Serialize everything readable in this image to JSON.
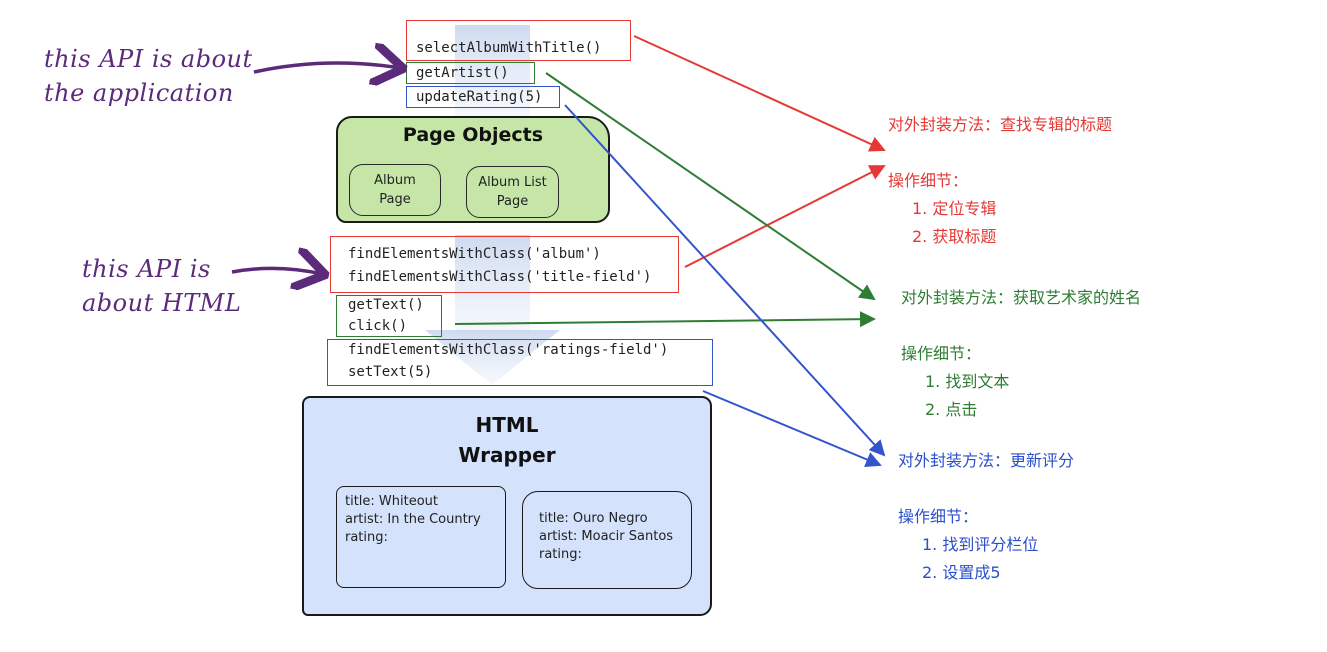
{
  "colors": {
    "annotation_purple": "#5b2a7a",
    "red": "#e53935",
    "green": "#2e7d32",
    "blue": "#2b4fcc",
    "page_objects_fill": "#c5e6a6",
    "html_wrapper_fill": "#d4e2fb"
  },
  "annotations": {
    "app_api": [
      "this API is about",
      "the application"
    ],
    "html_api": [
      "this API is",
      "about HTML"
    ]
  },
  "app_methods": {
    "select_album": "selectAlbumWithTitle()",
    "get_artist": "getArtist()",
    "update_rating": "updateRating(5)"
  },
  "page_objects": {
    "title": "Page Objects",
    "album_page": [
      "Album",
      "Page"
    ],
    "album_list_page": [
      "Album List",
      "Page"
    ]
  },
  "html_methods": {
    "find_album": "findElementsWithClass('album')",
    "find_title": "findElementsWithClass('title-field')",
    "get_text": "getText()",
    "click": "click()",
    "find_ratings": "findElementsWithClass('ratings-field')",
    "set_text": "setText(5)"
  },
  "html_wrapper": {
    "title": [
      "HTML",
      "Wrapper"
    ],
    "records": [
      {
        "title": "title: Whiteout",
        "artist": "artist: In the Country",
        "rating": "rating:"
      },
      {
        "title": "title: Ouro Negro",
        "artist": "artist: Moacir Santos",
        "rating": "rating:"
      }
    ]
  },
  "explanations": [
    {
      "color": "red",
      "method": "对外封装方法：查找专辑的标题",
      "details_label": "操作细节：",
      "steps": [
        "1. 定位专辑",
        "2. 获取标题"
      ]
    },
    {
      "color": "green",
      "method": "对外封装方法：获取艺术家的姓名",
      "details_label": "操作细节：",
      "steps": [
        "1. 找到文本",
        "2. 点击"
      ]
    },
    {
      "color": "blue",
      "method": "对外封装方法：更新评分",
      "details_label": "操作细节：",
      "steps": [
        "1. 找到评分栏位",
        "2. 设置成5"
      ]
    }
  ]
}
